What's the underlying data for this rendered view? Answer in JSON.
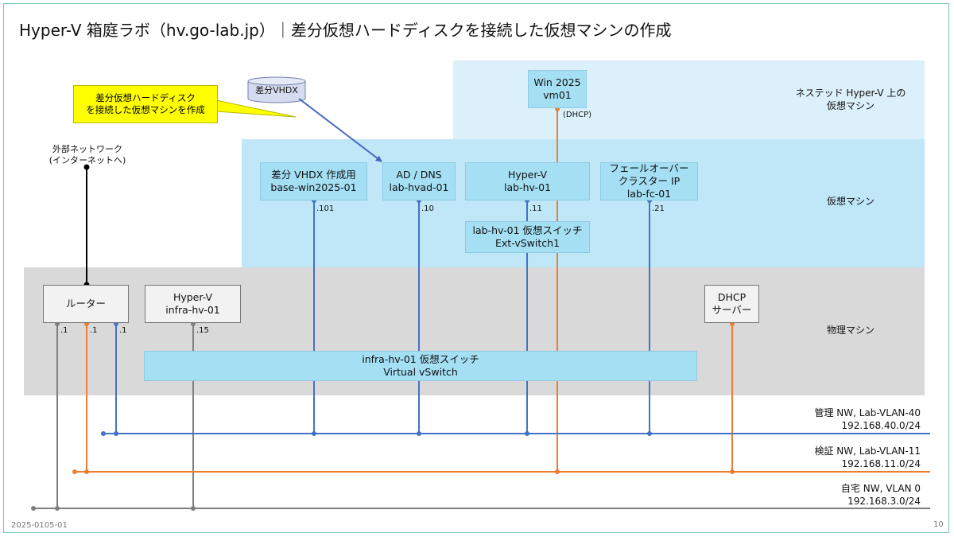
{
  "title": "Hyper-V 箱庭ラボ（hv.go-lab.jp）｜差分仮想ハードディスクを接続した仮想マシンの作成",
  "layers": {
    "nested": [
      "ネステッド Hyper-V 上の",
      "仮想マシン"
    ],
    "vm": "仮想マシン",
    "physical": "物理マシン"
  },
  "callout": [
    "差分仮想ハードディスク",
    "を接続した仮想マシンを作成"
  ],
  "disk": "差分VHDX",
  "external": [
    "外部ネットワーク",
    "(インターネットへ)"
  ],
  "nodes": {
    "win2025": [
      "Win 2025",
      "vm01"
    ],
    "base": [
      "差分 VHDX 作成用",
      "base-win2025-01"
    ],
    "ad": [
      "AD / DNS",
      "lab-hvad-01"
    ],
    "hv": [
      "Hyper-V",
      "lab-hv-01"
    ],
    "fc": [
      "フェールオーバー",
      "クラスター IP",
      "lab-fc-01"
    ],
    "ext_switch": [
      "lab-hv-01 仮想スイッチ",
      "Ext-vSwitch1"
    ],
    "router": [
      "ルーター"
    ],
    "infra": [
      "Hyper-V",
      "infra-hv-01"
    ],
    "dhcp": [
      "DHCP",
      "サーバー"
    ],
    "vswitch": [
      "infra-hv-01 仮想スイッチ",
      "Virtual vSwitch"
    ]
  },
  "ip_labels": {
    "dhcp": "(DHCP)",
    "base": ".101",
    "ad": ".10",
    "hv": ".11",
    "fc": ".21",
    "router_home": ".1",
    "router_verify": ".1",
    "router_mgmt": ".1",
    "infra": ".15"
  },
  "networks": {
    "mgmt": [
      "管理 NW, Lab-VLAN-40",
      "192.168.40.0/24"
    ],
    "verify": [
      "検証 NW, Lab-VLAN-11",
      "192.168.11.0/24"
    ],
    "home": [
      "自宅 NW, VLAN 0",
      "192.168.3.0/24"
    ]
  },
  "colors": {
    "mgmt": "#4472c4",
    "verify": "#ed7d31",
    "home": "#7f7f7f",
    "arrow": "#4466c0"
  },
  "footer": {
    "doc_id": "2025-0105-01",
    "page": "10"
  }
}
